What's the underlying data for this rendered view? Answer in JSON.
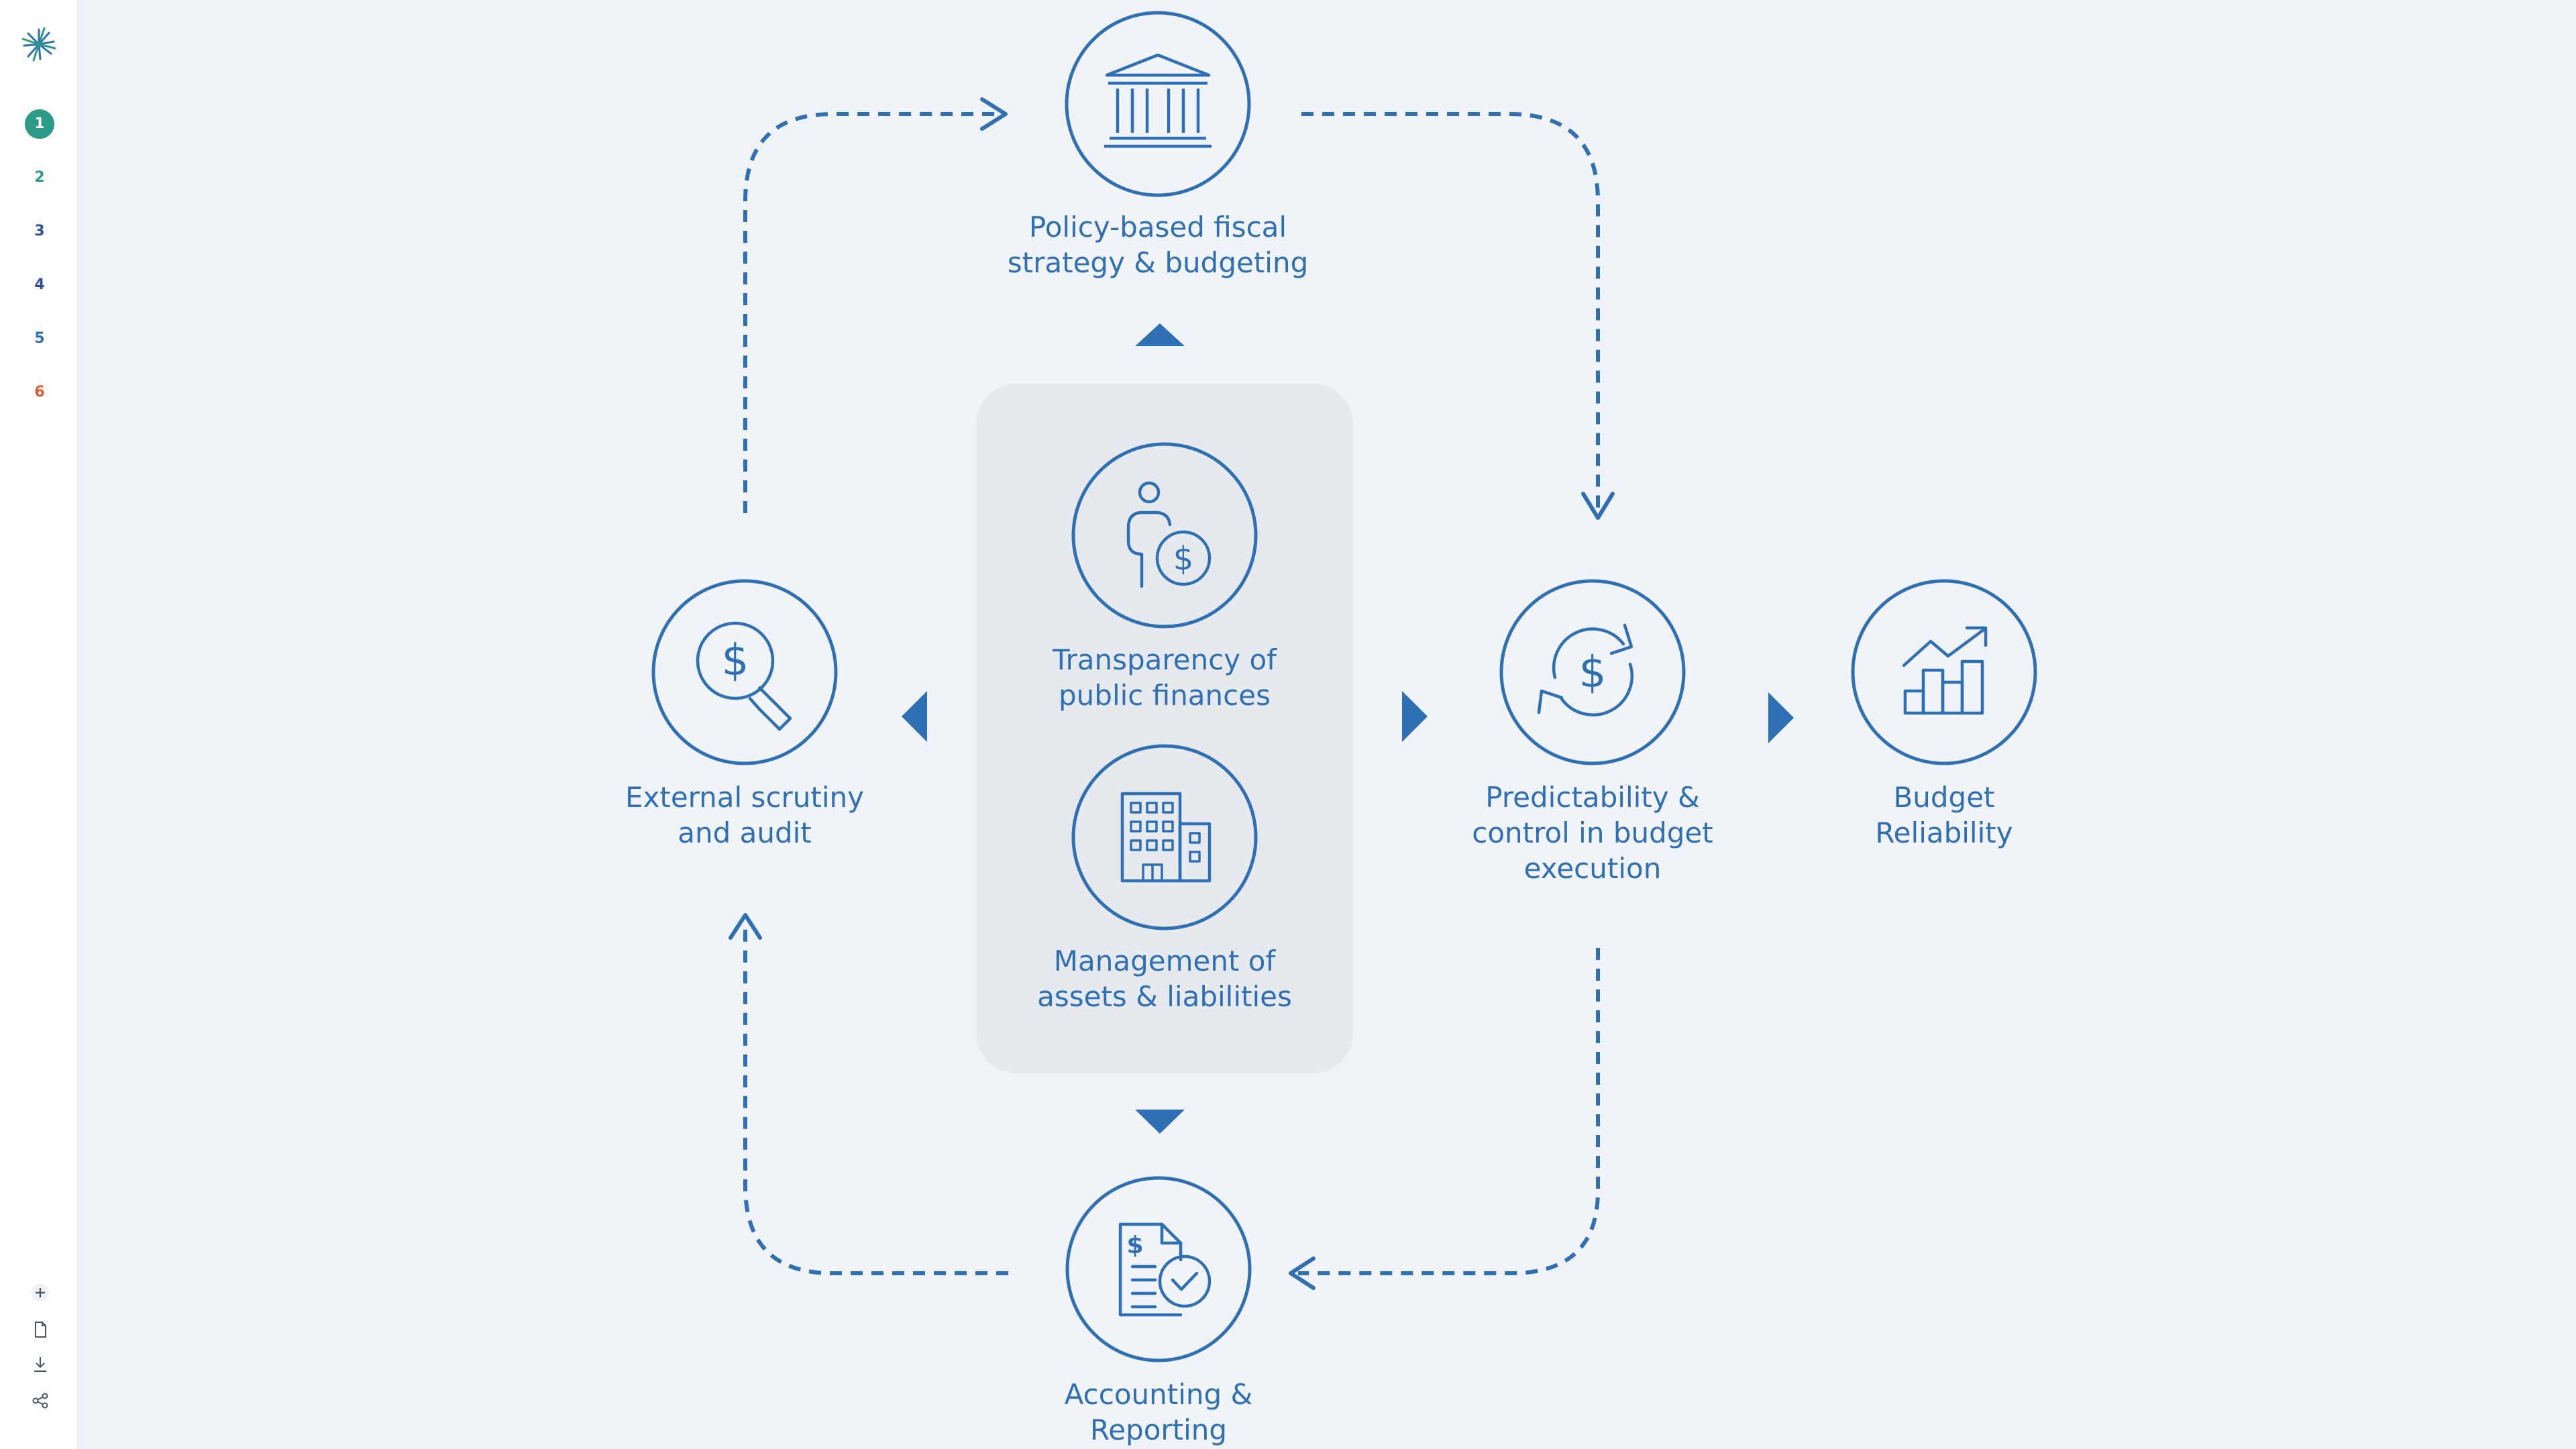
{
  "colors": {
    "primary": "#2f6fb4",
    "panel": "#e6e9ed",
    "background": "#f0f3f7",
    "nav_active": "#2b9a86",
    "nav_2": "#2b9a86",
    "nav_3": "#2f4fa0",
    "nav_4": "#2f4fa0",
    "nav_5": "#2f6fb4",
    "nav_6": "#e05a3a"
  },
  "nav": {
    "items": [
      {
        "label": "1",
        "color": "#ffffff",
        "active": true
      },
      {
        "label": "2",
        "color": "#2b9a86",
        "active": false
      },
      {
        "label": "3",
        "color": "#2f4fa0",
        "active": false
      },
      {
        "label": "4",
        "color": "#2f4fa0",
        "active": false
      },
      {
        "label": "5",
        "color": "#2f6fb4",
        "active": false
      },
      {
        "label": "6",
        "color": "#e05a3a",
        "active": false
      }
    ],
    "tools": [
      {
        "icon": "plus-icon"
      },
      {
        "icon": "document-icon"
      },
      {
        "icon": "download-icon"
      },
      {
        "icon": "share-icon"
      }
    ]
  },
  "nodes": {
    "policy": {
      "line1": "Policy-based fiscal",
      "line2": "strategy & budgeting",
      "icon": "government-building-icon"
    },
    "transparency": {
      "line1": "Transparency of",
      "line2": "public finances",
      "icon": "person-dollar-icon"
    },
    "assets": {
      "line1": "Management of",
      "line2": "assets & liabilities",
      "icon": "office-building-icon"
    },
    "scrutiny": {
      "line1": "External scrutiny",
      "line2": "and audit",
      "icon": "magnifier-dollar-icon"
    },
    "predictability": {
      "line1": "Predictability &",
      "line2": "control in budget",
      "line3": "execution",
      "icon": "dollar-cycle-icon"
    },
    "reliability": {
      "line1": "Budget",
      "line2": "Reliability",
      "icon": "growth-chart-icon"
    },
    "accounting": {
      "line1": "Accounting &",
      "line2": "Reporting",
      "icon": "document-check-icon"
    }
  }
}
